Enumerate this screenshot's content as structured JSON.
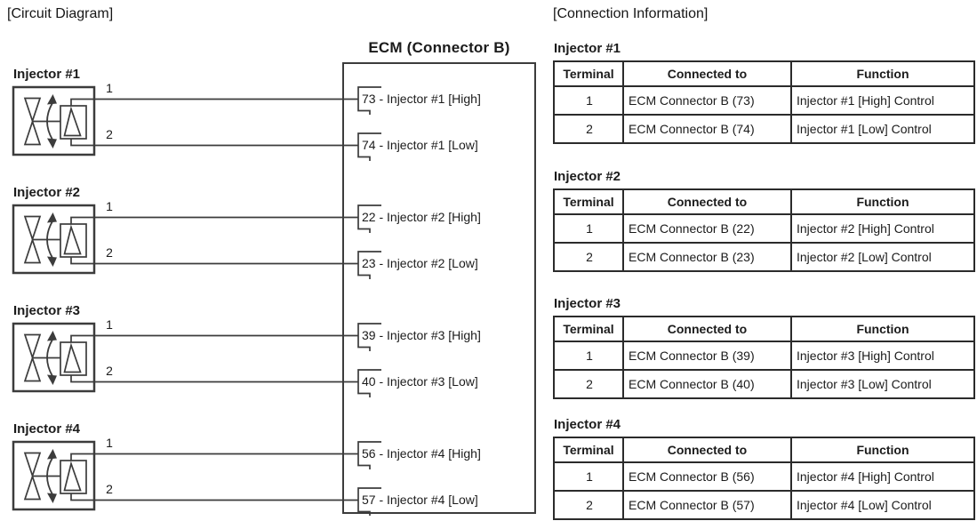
{
  "page": {
    "circuit_diagram_header": "[Circuit Diagram]",
    "connection_info_header": "[Connection Information]",
    "ecm_label": "ECM (Connector B)"
  },
  "table_columns": [
    "Terminal",
    "Connected to",
    "Function"
  ],
  "injectors": [
    {
      "name": "Injector #1",
      "terminal_1": "1",
      "terminal_2": "2",
      "pin_high_label": "73 - Injector #1 [High]",
      "pin_low_label": "74 - Injector #1 [Low]",
      "rows": [
        {
          "terminal": "1",
          "connected_to": "ECM Connector B (73)",
          "function": "Injector #1 [High] Control"
        },
        {
          "terminal": "2",
          "connected_to": "ECM Connector B (74)",
          "function": "Injector #1 [Low] Control"
        }
      ]
    },
    {
      "name": "Injector #2",
      "terminal_1": "1",
      "terminal_2": "2",
      "pin_high_label": "22 - Injector #2 [High]",
      "pin_low_label": "23 - Injector #2 [Low]",
      "rows": [
        {
          "terminal": "1",
          "connected_to": "ECM Connector B (22)",
          "function": "Injector #2 [High] Control"
        },
        {
          "terminal": "2",
          "connected_to": "ECM Connector B (23)",
          "function": "Injector #2 [Low] Control"
        }
      ]
    },
    {
      "name": "Injector #3",
      "terminal_1": "1",
      "terminal_2": "2",
      "pin_high_label": "39 - Injector #3 [High]",
      "pin_low_label": "40 - Injector #3 [Low]",
      "rows": [
        {
          "terminal": "1",
          "connected_to": "ECM Connector B (39)",
          "function": "Injector #3 [High] Control"
        },
        {
          "terminal": "2",
          "connected_to": "ECM Connector B (40)",
          "function": "Injector #3 [Low] Control"
        }
      ]
    },
    {
      "name": "Injector #4",
      "terminal_1": "1",
      "terminal_2": "2",
      "pin_high_label": "56 - Injector #4 [High]",
      "pin_low_label": "57 - Injector #4 [Low]",
      "rows": [
        {
          "terminal": "1",
          "connected_to": "ECM Connector B (56)",
          "function": "Injector #4 [High] Control"
        },
        {
          "terminal": "2",
          "connected_to": "ECM Connector B (57)",
          "function": "Injector #4 [Low] Control"
        }
      ]
    }
  ]
}
